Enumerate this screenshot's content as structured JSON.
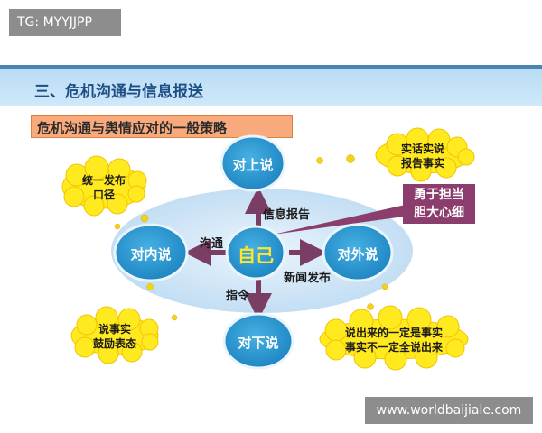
{
  "watermark_top": "TG: MYYJJPP",
  "watermark_bottom": "www.worldbaijiale.com",
  "header": {
    "title": "三、危机沟通与信息报送"
  },
  "strategy": {
    "title": "危机沟通与舆情应对的一般策略"
  },
  "nodes": {
    "center": "自己",
    "up": "对上说",
    "inner": "对内说",
    "outer": "对外说",
    "down": "对下说"
  },
  "edges": {
    "up": "信息报告",
    "inner": "沟通",
    "outer": "新闻发布",
    "down": "指令"
  },
  "callout": {
    "line1": "勇于担当",
    "line2": "胆大心细"
  },
  "clouds": {
    "top_right": {
      "line1": "实话实说",
      "line2": "报告事实"
    },
    "top_left": {
      "line1": "统一发布",
      "line2": "口径"
    },
    "bottom_left": {
      "line1": "说事实",
      "line2": "鼓励表态"
    },
    "bottom_right": {
      "line1": "说出来的一定是事实",
      "line2": "事实不一定全说出来"
    }
  },
  "colors": {
    "node_fill": "#2a97cf",
    "arrow": "#7a3d63",
    "cloud": "#ffea1f",
    "callout": "#8b3d6e",
    "ellipse": "#cfe5f7"
  }
}
